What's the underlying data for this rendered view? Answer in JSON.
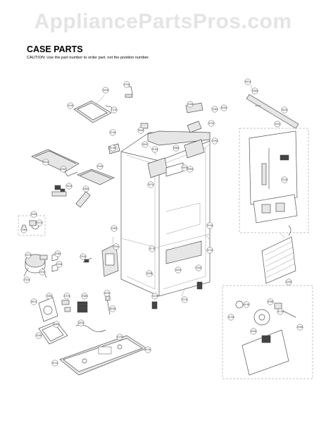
{
  "watermark": "AppliancePartsPros.com",
  "heading": "CASE PARTS",
  "caution": "CAUTION: Use the part number to order part, not the position number.",
  "callouts": [
    {
      "id": "c1",
      "text": "501A"
    },
    {
      "id": "c2",
      "text": "500A"
    },
    {
      "id": "c3",
      "text": "502A"
    },
    {
      "id": "c4",
      "text": "103A"
    },
    {
      "id": "c5",
      "text": "154A"
    },
    {
      "id": "c6",
      "text": "151E"
    },
    {
      "id": "c7",
      "text": "310D"
    },
    {
      "id": "c8",
      "text": "316A"
    },
    {
      "id": "c9",
      "text": "318A"
    },
    {
      "id": "c10",
      "text": "315A"
    },
    {
      "id": "c11",
      "text": "319A"
    },
    {
      "id": "c12",
      "text": "500G"
    },
    {
      "id": "c13",
      "text": "325A"
    },
    {
      "id": "c14",
      "text": "324A"
    },
    {
      "id": "c15",
      "text": "309C"
    },
    {
      "id": "c16",
      "text": "310A"
    },
    {
      "id": "c17",
      "text": "305A"
    },
    {
      "id": "c18",
      "text": "304A"
    },
    {
      "id": "c19",
      "text": "306A"
    },
    {
      "id": "c20",
      "text": "307A"
    },
    {
      "id": "c21",
      "text": "309A"
    },
    {
      "id": "c22",
      "text": "314A"
    },
    {
      "id": "c23",
      "text": "314B"
    },
    {
      "id": "c24",
      "text": "318A"
    },
    {
      "id": "c25",
      "text": "317A"
    },
    {
      "id": "c26",
      "text": "313A"
    },
    {
      "id": "c27",
      "text": "312A"
    },
    {
      "id": "c28",
      "text": "301A"
    },
    {
      "id": "c29",
      "text": "305B"
    },
    {
      "id": "c30",
      "text": "320A"
    },
    {
      "id": "c31",
      "text": "321A"
    },
    {
      "id": "c32",
      "text": "322A"
    },
    {
      "id": "c33",
      "text": "302A"
    },
    {
      "id": "c34",
      "text": "303A"
    },
    {
      "id": "c35",
      "text": "200A"
    },
    {
      "id": "c36",
      "text": "280A"
    },
    {
      "id": "c37",
      "text": "220A"
    },
    {
      "id": "c38",
      "text": "330A"
    },
    {
      "id": "c39",
      "text": "311A"
    },
    {
      "id": "c40",
      "text": "326A"
    },
    {
      "id": "c41",
      "text": "327A"
    },
    {
      "id": "c42",
      "text": "328A"
    },
    {
      "id": "c43",
      "text": "329A"
    },
    {
      "id": "c44",
      "text": "332A"
    },
    {
      "id": "c45",
      "text": "333A"
    },
    {
      "id": "c46",
      "text": "334A"
    },
    {
      "id": "c47",
      "text": "335A"
    },
    {
      "id": "c48",
      "text": "336A"
    },
    {
      "id": "c49",
      "text": "337A"
    },
    {
      "id": "c50",
      "text": "338A"
    },
    {
      "id": "c51",
      "text": "401A"
    },
    {
      "id": "c52",
      "text": "403A"
    },
    {
      "id": "c53",
      "text": "404A"
    },
    {
      "id": "c54",
      "text": "405A"
    },
    {
      "id": "c55",
      "text": "406A"
    },
    {
      "id": "c56",
      "text": "410A"
    },
    {
      "id": "c57",
      "text": "411A"
    },
    {
      "id": "c58",
      "text": "412A"
    },
    {
      "id": "c59",
      "text": "413A"
    },
    {
      "id": "c60",
      "text": "414A"
    },
    {
      "id": "c61",
      "text": "415A"
    },
    {
      "id": "c62",
      "text": "416A"
    },
    {
      "id": "c63",
      "text": "417A"
    },
    {
      "id": "c64",
      "text": "418A"
    },
    {
      "id": "c65",
      "text": "419A"
    },
    {
      "id": "c66",
      "text": "420A"
    }
  ]
}
